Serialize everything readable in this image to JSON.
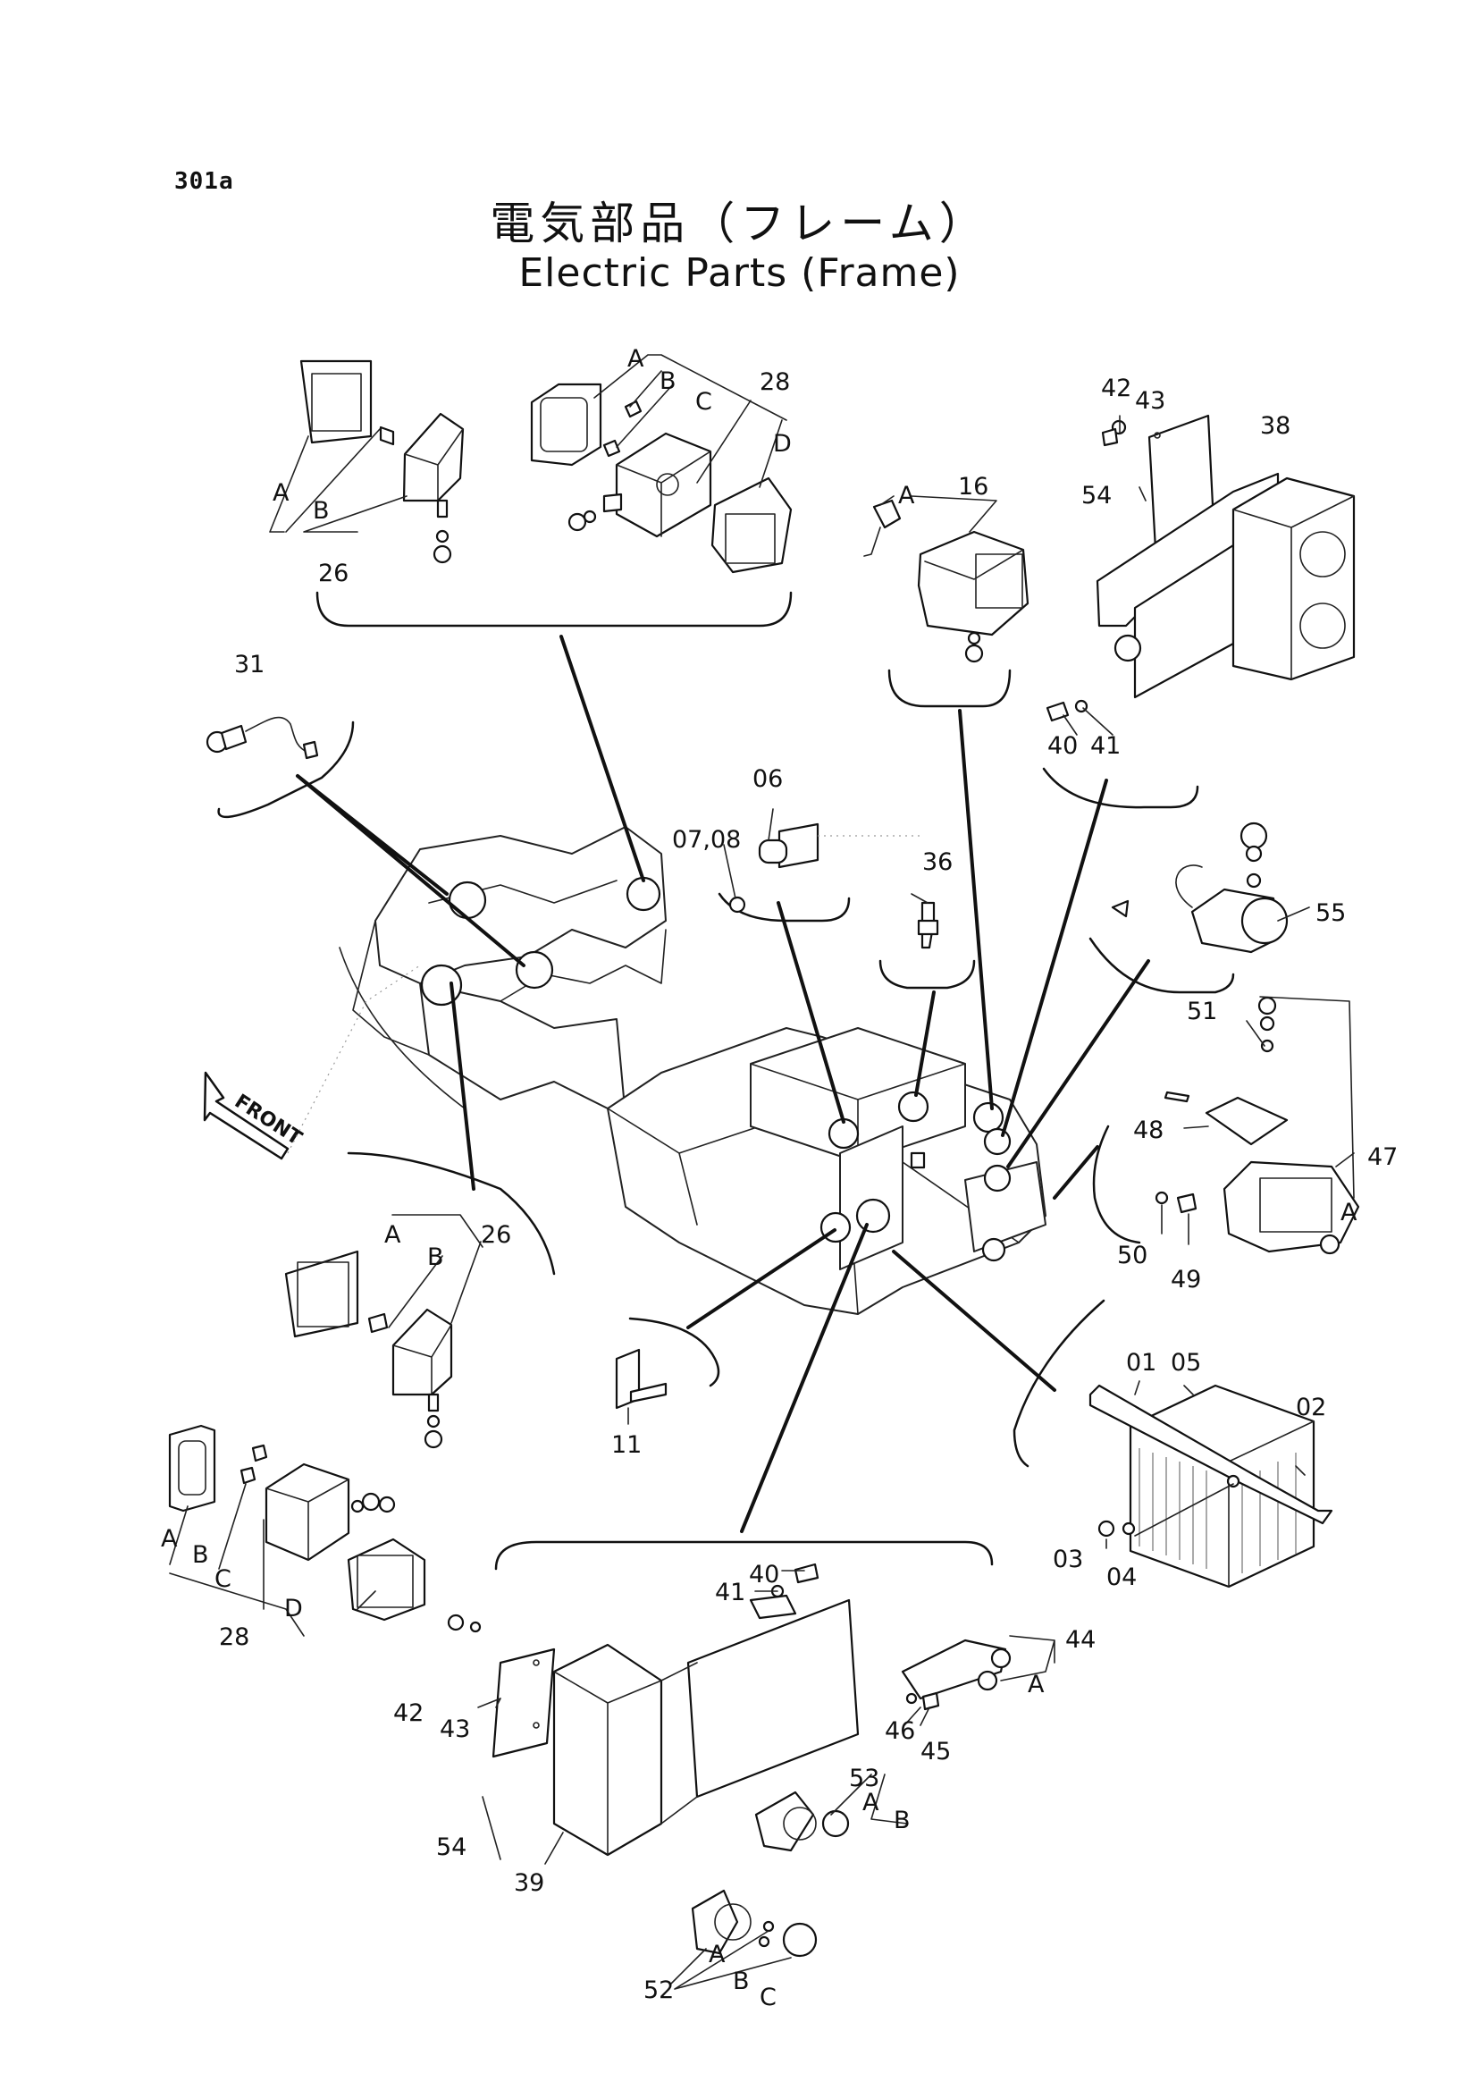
{
  "page": {
    "code": "301a"
  },
  "title": {
    "japanese": "電気部品（フレーム）",
    "english": "Electric Parts (Frame)"
  },
  "front_arrow": {
    "text": "FRONT"
  },
  "callouts": [
    {
      "id": "c-A-1",
      "text": "A"
    },
    {
      "id": "c-B-1",
      "text": "B"
    },
    {
      "id": "c-26-1",
      "text": "26"
    },
    {
      "id": "c-A-2",
      "text": "A"
    },
    {
      "id": "c-B-2",
      "text": "B"
    },
    {
      "id": "c-C-2",
      "text": "C"
    },
    {
      "id": "c-28-1",
      "text": "28"
    },
    {
      "id": "c-D-2",
      "text": "D"
    },
    {
      "id": "c-A-3",
      "text": "A"
    },
    {
      "id": "c-16",
      "text": "16"
    },
    {
      "id": "c-42-1",
      "text": "42"
    },
    {
      "id": "c-43-1",
      "text": "43"
    },
    {
      "id": "c-38",
      "text": "38"
    },
    {
      "id": "c-54-1",
      "text": "54"
    },
    {
      "id": "c-40-1",
      "text": "40"
    },
    {
      "id": "c-41-1",
      "text": "41"
    },
    {
      "id": "c-31",
      "text": "31"
    },
    {
      "id": "c-06",
      "text": "06"
    },
    {
      "id": "c-0708",
      "text": "07,08"
    },
    {
      "id": "c-36",
      "text": "36"
    },
    {
      "id": "c-55",
      "text": "55"
    },
    {
      "id": "c-51",
      "text": "51"
    },
    {
      "id": "c-48",
      "text": "48"
    },
    {
      "id": "c-47",
      "text": "47"
    },
    {
      "id": "c-A-4",
      "text": "A"
    },
    {
      "id": "c-50",
      "text": "50"
    },
    {
      "id": "c-49",
      "text": "49"
    },
    {
      "id": "c-A-5",
      "text": "A"
    },
    {
      "id": "c-B-5",
      "text": "B"
    },
    {
      "id": "c-26-2",
      "text": "26"
    },
    {
      "id": "c-11",
      "text": "11"
    },
    {
      "id": "c-01",
      "text": "01"
    },
    {
      "id": "c-05",
      "text": "05"
    },
    {
      "id": "c-02",
      "text": "02"
    },
    {
      "id": "c-03",
      "text": "03"
    },
    {
      "id": "c-04",
      "text": "04"
    },
    {
      "id": "c-A-6",
      "text": "A"
    },
    {
      "id": "c-B-6",
      "text": "B"
    },
    {
      "id": "c-C-6",
      "text": "C"
    },
    {
      "id": "c-D-6",
      "text": "D"
    },
    {
      "id": "c-28-2",
      "text": "28"
    },
    {
      "id": "c-40-2",
      "text": "40"
    },
    {
      "id": "c-41-2",
      "text": "41"
    },
    {
      "id": "c-44",
      "text": "44"
    },
    {
      "id": "c-A-7",
      "text": "A"
    },
    {
      "id": "c-42-2",
      "text": "42"
    },
    {
      "id": "c-43-2",
      "text": "43"
    },
    {
      "id": "c-46",
      "text": "46"
    },
    {
      "id": "c-45",
      "text": "45"
    },
    {
      "id": "c-53",
      "text": "53"
    },
    {
      "id": "c-A-8",
      "text": "A"
    },
    {
      "id": "c-B-8",
      "text": "B"
    },
    {
      "id": "c-54-2",
      "text": "54"
    },
    {
      "id": "c-39",
      "text": "39"
    },
    {
      "id": "c-A-9",
      "text": "A"
    },
    {
      "id": "c-B-9",
      "text": "B"
    },
    {
      "id": "c-C-9",
      "text": "C"
    },
    {
      "id": "c-52",
      "text": "52"
    }
  ]
}
